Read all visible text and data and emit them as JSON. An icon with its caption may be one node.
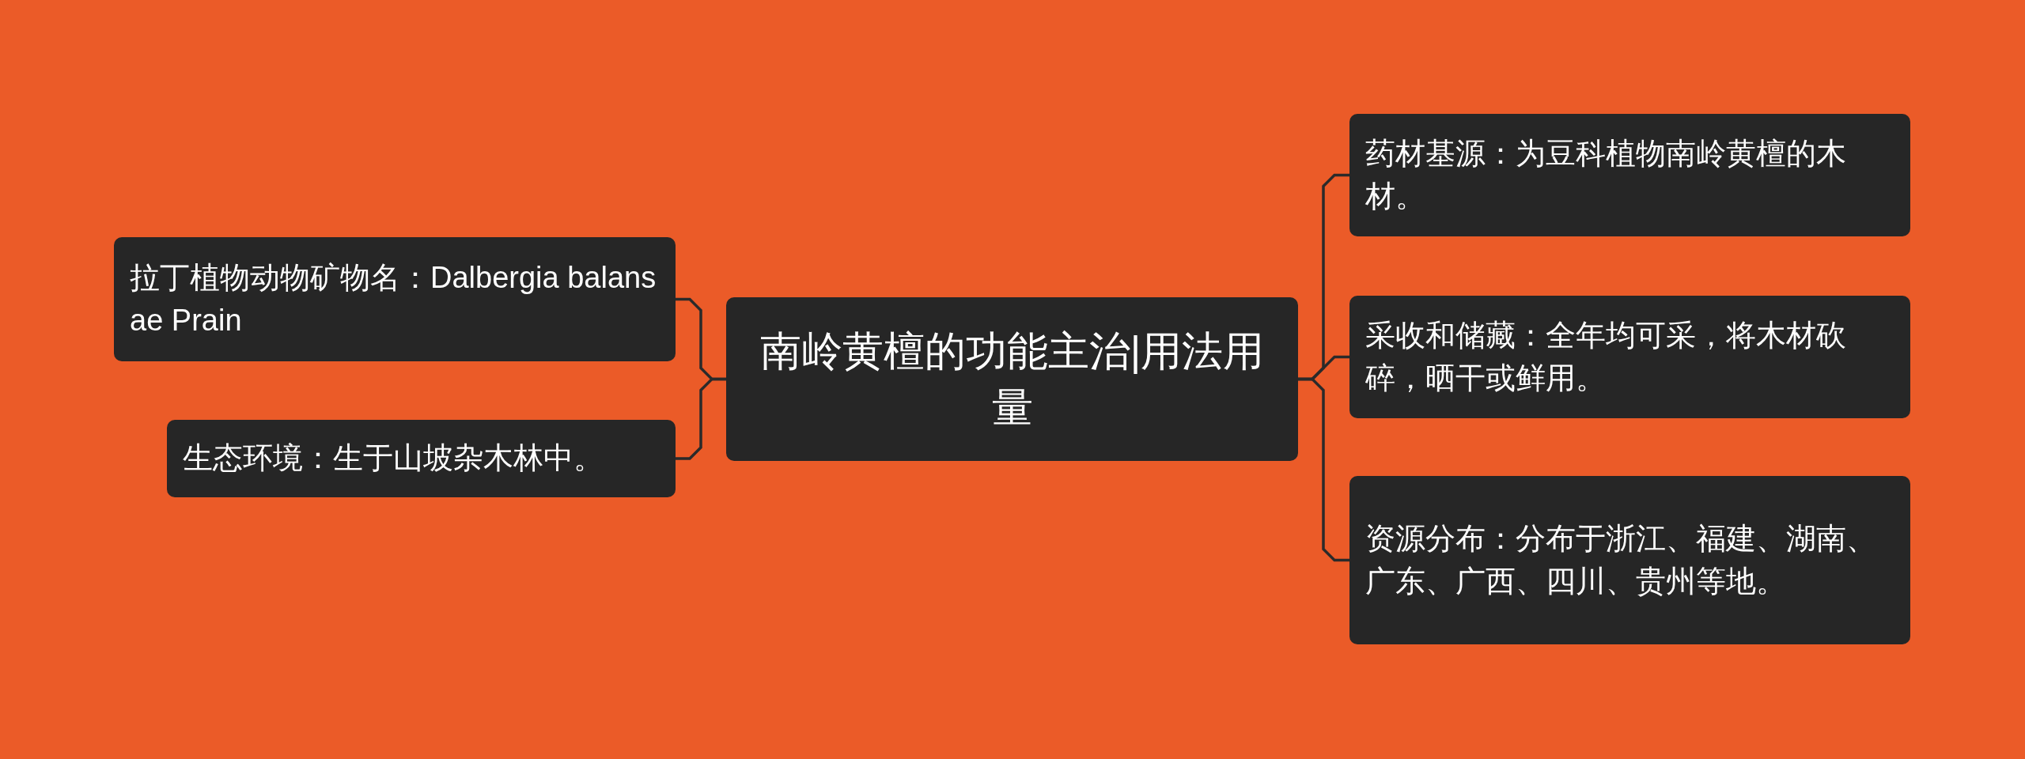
{
  "diagram": {
    "nodes": [
      {
        "text": [
          "南岭黄檀的功能主治|用法用量"
        ]
      },
      {
        "text": [
          "拉丁植物动物矿物名：Dalbergia balansae Prain"
        ]
      },
      {
        "text": [
          "生态环境：生于山坡杂木林中。"
        ]
      },
      {
        "text": [
          "药材基源：为豆科植物南岭黄檀的木材。"
        ]
      },
      {
        "text": [
          "采收和储藏：全年均可采，将木材砍碎，晒干或鲜用。"
        ]
      },
      {
        "text": [
          "资源分布：分布于浙江、福建、湖南、广东、广西、四川、贵州等地。"
        ]
      }
    ],
    "edges": [
      {
        "from": 0,
        "to": 1,
        "arrow": "none"
      },
      {
        "from": 0,
        "to": 2,
        "arrow": "none"
      },
      {
        "from": 0,
        "to": 3,
        "arrow": "none"
      },
      {
        "from": 0,
        "to": 4,
        "arrow": "none"
      },
      {
        "from": 0,
        "to": 5,
        "arrow": "none"
      }
    ]
  }
}
